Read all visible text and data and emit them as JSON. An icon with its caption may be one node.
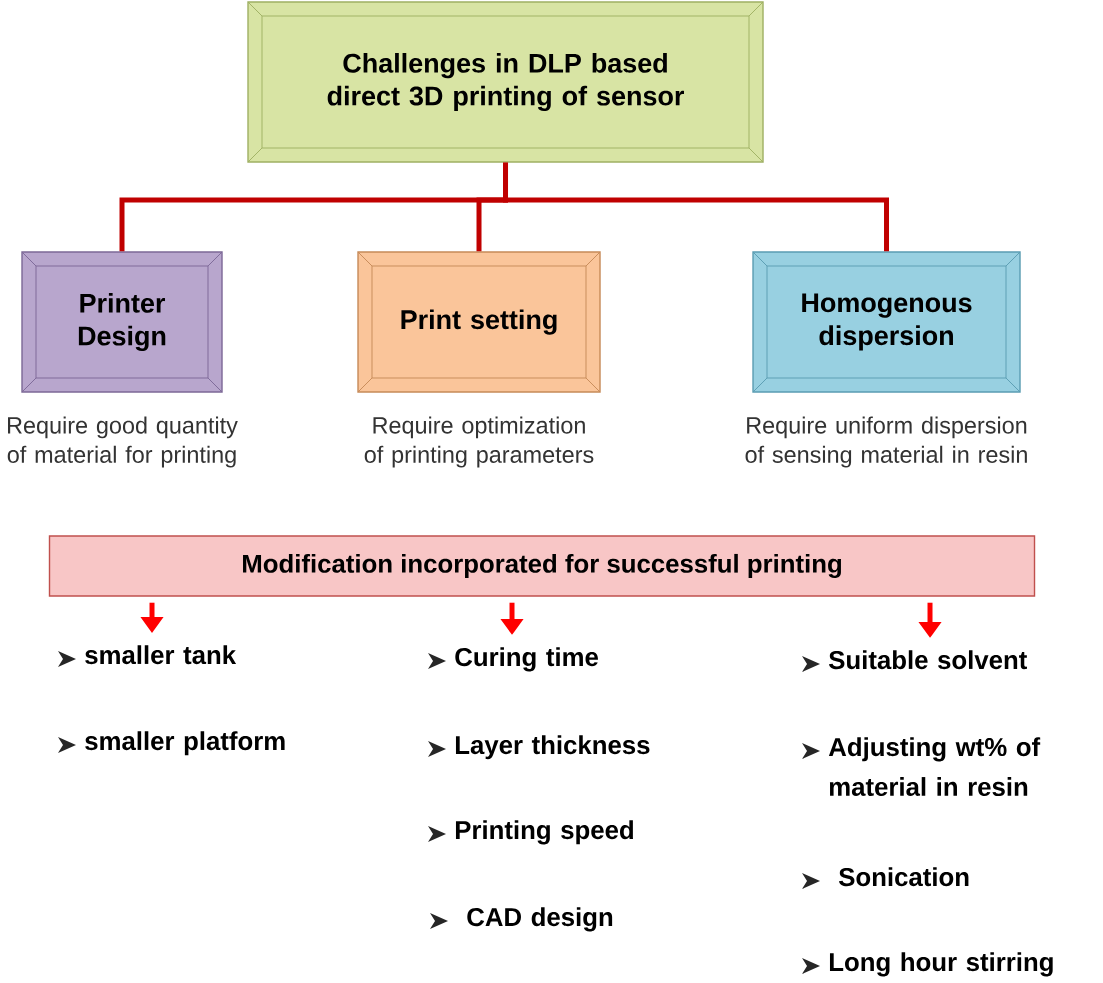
{
  "diagram": {
    "nodes": [
      {
        "text": [
          "Challenges in DLP based direct 3D printing of sensor"
        ]
      },
      {
        "text": [
          "Printer Design"
        ],
        "beside": [
          "Require good quantity of material for printing"
        ]
      },
      {
        "text": [
          "Print setting"
        ],
        "beside": [
          "Require optimization of printing parameters"
        ]
      },
      {
        "text": [
          "Homogenous dispersion"
        ],
        "beside": [
          "Require uniform dispersion of sensing material in resin"
        ]
      },
      {
        "text": [
          "Modification incorporated for successful printing"
        ]
      },
      {
        "text": [
          "smaller tank"
        ]
      },
      {
        "text": [
          "Curing time"
        ]
      },
      {
        "text": [
          "Suitable solvent"
        ]
      }
    ],
    "edges": [
      {
        "from": 0,
        "to": 1,
        "arrow": "none",
        "color": "#c00000"
      },
      {
        "from": 0,
        "to": 2,
        "arrow": "none",
        "color": "#c00000"
      },
      {
        "from": 0,
        "to": 3,
        "arrow": "none",
        "color": "#c00000"
      },
      {
        "from": 4,
        "to": 5,
        "arrow": "to",
        "color": "#ff0000"
      },
      {
        "from": 4,
        "to": 6,
        "arrow": "to",
        "color": "#ff0000"
      },
      {
        "from": 4,
        "to": 7,
        "arrow": "to",
        "color": "#ff0000"
      }
    ],
    "labels": [
      "smaller platform",
      "Layer thickness",
      "Adjusting wt% of material in resin",
      "Printing speed",
      "Sonication",
      "CAD design",
      "Long hour stirring"
    ]
  }
}
